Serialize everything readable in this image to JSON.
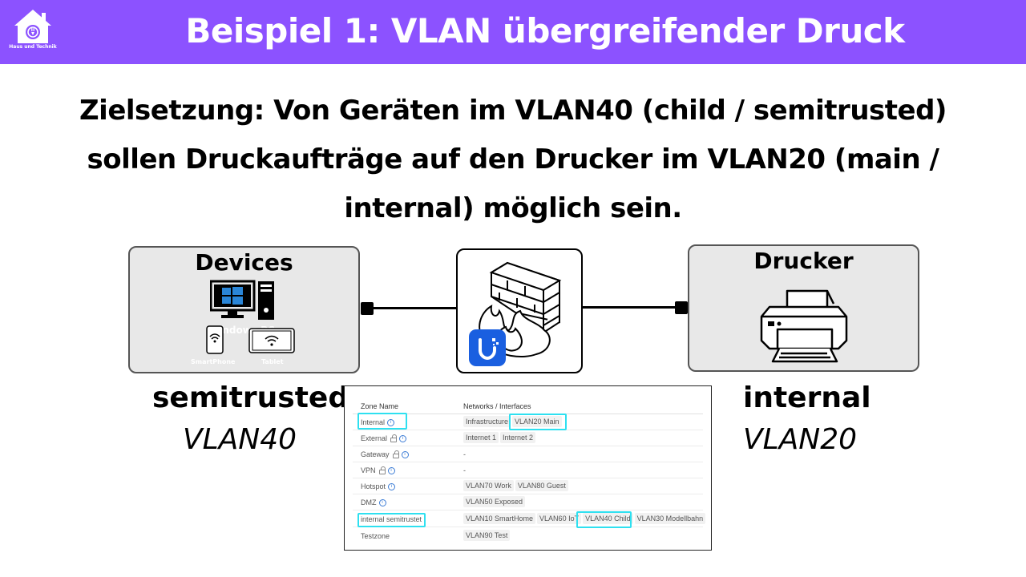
{
  "header": {
    "title": "Beispiel 1: VLAN übergreifender Druck",
    "logo_text": "Haus und Technik",
    "background": "#8c52ff"
  },
  "goal_lines": [
    "Zielsetzung: Von Geräten im VLAN40 (child / semitrusted)",
    "sollen Druckaufträge auf den Drucker im VLAN20 (main /",
    "internal) möglich sein."
  ],
  "devices": {
    "title": "Devices",
    "labels": {
      "windows": "Windows PC",
      "smartphone": "SmartPhone",
      "tablet": "Tablet"
    }
  },
  "printer": {
    "title": "Drucker"
  },
  "left_zone": {
    "name": "semitrusted",
    "vlan": "VLAN40"
  },
  "right_zone": {
    "name": "internal",
    "vlan": "VLAN20"
  },
  "zone_table": {
    "headers": [
      "Zone Name",
      "Networks / Interfaces"
    ],
    "rows": [
      {
        "name": "Internal",
        "locked": false,
        "info": true,
        "networks": [
          "Infrastructure",
          "VLAN20 Main"
        ]
      },
      {
        "name": "External",
        "locked": true,
        "info": true,
        "networks": [
          "Internet 1",
          "Internet 2"
        ]
      },
      {
        "name": "Gateway",
        "locked": true,
        "info": true,
        "networks": [
          "-"
        ]
      },
      {
        "name": "VPN",
        "locked": true,
        "info": true,
        "networks": [
          "-"
        ]
      },
      {
        "name": "Hotspot",
        "locked": false,
        "info": true,
        "networks": [
          "VLAN70 Work",
          "VLAN80 Guest"
        ]
      },
      {
        "name": "DMZ",
        "locked": false,
        "info": true,
        "networks": [
          "VLAN50 Exposed"
        ]
      },
      {
        "name": "internal semitrustet",
        "locked": false,
        "info": false,
        "networks": [
          "VLAN10 SmartHome",
          "VLAN60 IoT",
          "VLAN40 Child",
          "VLAN30 Modellbahn"
        ]
      },
      {
        "name": "Testzone",
        "locked": false,
        "info": false,
        "networks": [
          "VLAN90 Test"
        ]
      }
    ],
    "highlight_color": "#2ee0f0"
  }
}
